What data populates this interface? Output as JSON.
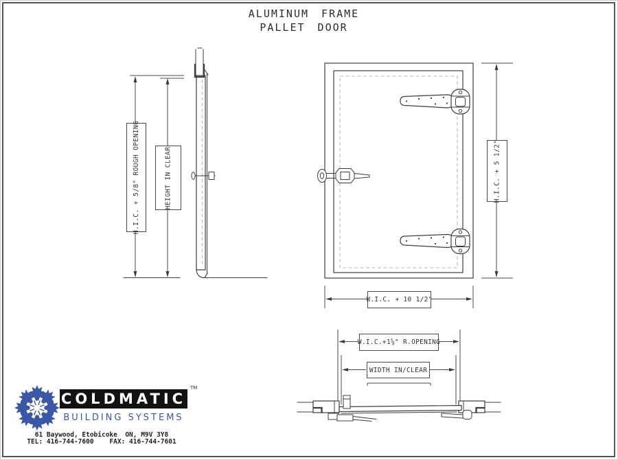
{
  "drawing_title": {
    "line1": "ALUMINUM FRAME",
    "line2": "PALLET DOOR"
  },
  "side_view": {
    "rough_opening_label": "H.I.C. + 5/8\" ROUGH OPENING",
    "height_clear_label": "HEIGHT IN CLEAR"
  },
  "front_view": {
    "height_label": "H.I.C. + 5 1/2\"",
    "width_label": "W.I.C. + 10 1/2\""
  },
  "plan_view": {
    "rough_opening_label": "W.I.C.+1⅝\" R.OPENING",
    "width_clear_label": "WIDTH IN/CLEAR"
  },
  "footer": {
    "brand": "COLDMATIC",
    "trademark": "TM",
    "tagline": "BUILDING SYSTEMS",
    "address": "61 Baywood, Etobicoke  ON, M9V 3Y8",
    "contacts": "TEL: 416-744-7600    FAX: 416-744-7601"
  },
  "colors": {
    "line": "#3d3d3d",
    "dash": "#b8b8b8",
    "dimension": "#4a4a4a",
    "logo_blue": "#3a57a7",
    "logo_black": "#121212"
  }
}
